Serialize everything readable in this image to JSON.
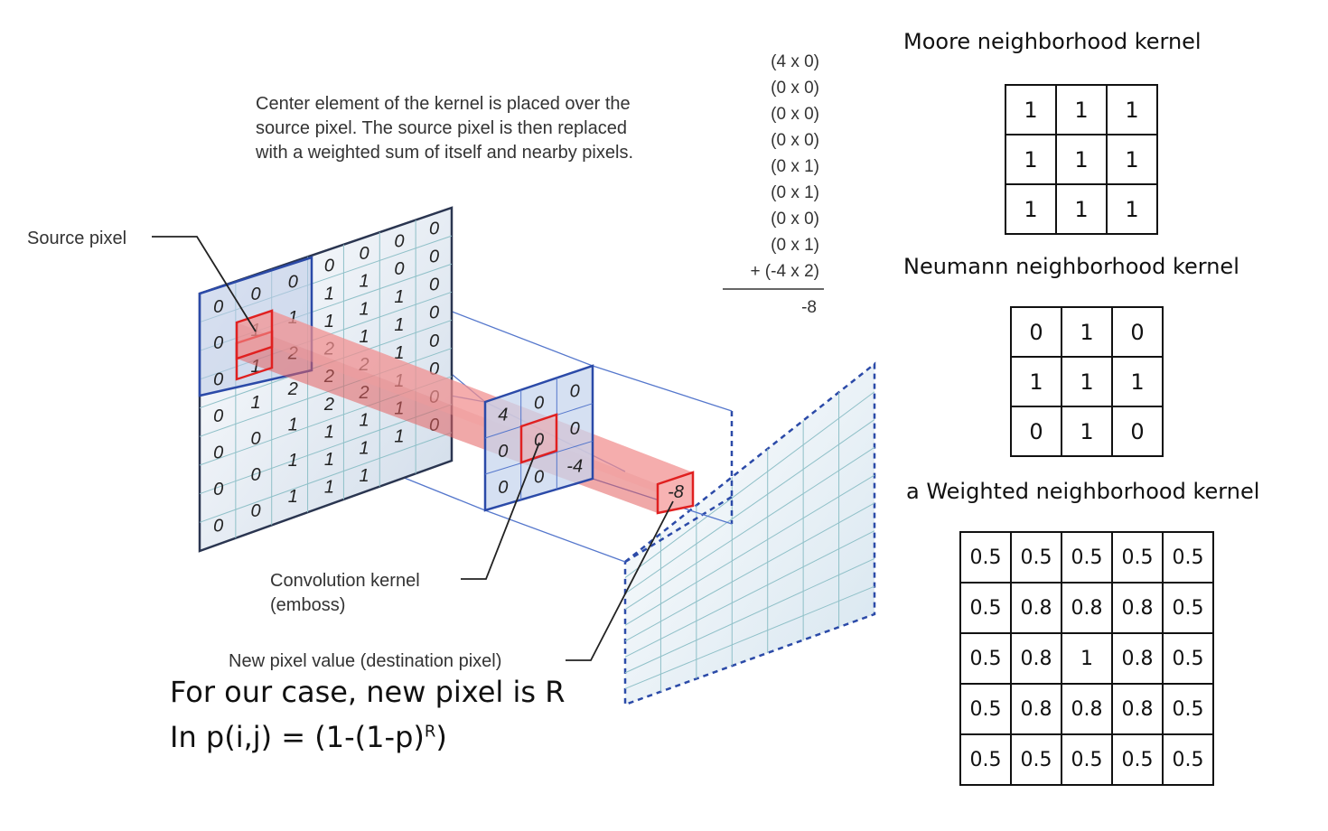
{
  "caption": {
    "line1": "Center element of the kernel is placed over the",
    "line2": "source pixel. The source pixel is then replaced",
    "line3": "with a weighted sum of itself and nearby pixels."
  },
  "calculation": {
    "terms": [
      "(4 x 0)",
      "(0 x 0)",
      "(0 x 0)",
      "(0 x 0)",
      "(0 x 1)",
      "(0 x 1)",
      "(0 x 0)",
      "(0 x 1)",
      "+ (-4 x 2)"
    ],
    "result": "-8"
  },
  "labels": {
    "source_pixel": "Source pixel",
    "convolution_kernel": "Convolution kernel",
    "emboss": "(emboss)",
    "new_pixel": "New pixel value (destination pixel)"
  },
  "source_grid": {
    "front": [
      [
        "0",
        "0",
        "0"
      ],
      [
        "0",
        "1",
        "1"
      ],
      [
        "0",
        "1",
        "2"
      ],
      [
        "0",
        "1",
        "2"
      ],
      [
        "0",
        "0",
        "1"
      ],
      [
        "0",
        "0",
        "1"
      ],
      [
        "0",
        "0",
        "1"
      ]
    ],
    "back": [
      [
        "0",
        "0",
        "0",
        "0"
      ],
      [
        "1",
        "1",
        "0",
        "0"
      ],
      [
        "1",
        "1",
        "1",
        "0"
      ],
      [
        "2",
        "1",
        "1",
        "0"
      ],
      [
        "2",
        "2",
        "1",
        "0"
      ],
      [
        "2",
        "2",
        "1",
        "0"
      ],
      [
        "1",
        "1",
        "1",
        "0"
      ],
      [
        "1",
        "1",
        "1",
        "0"
      ],
      [
        "1",
        "1",
        "",
        ""
      ]
    ]
  },
  "emboss_kernel": [
    [
      "4",
      "0",
      "0"
    ],
    [
      "0",
      "0",
      "0"
    ],
    [
      "0",
      "0",
      "-4"
    ]
  ],
  "destination_value": "-8",
  "kernels": {
    "moore": {
      "title": "Moore neighborhood kernel",
      "rows": [
        [
          "1",
          "1",
          "1"
        ],
        [
          "1",
          "1",
          "1"
        ],
        [
          "1",
          "1",
          "1"
        ]
      ]
    },
    "neumann": {
      "title": "Neumann neighborhood kernel",
      "rows": [
        [
          "0",
          "1",
          "0"
        ],
        [
          "1",
          "1",
          "1"
        ],
        [
          "0",
          "1",
          "0"
        ]
      ]
    },
    "weighted": {
      "title": "a Weighted neighborhood kernel",
      "rows": [
        [
          "0.5",
          "0.5",
          "0.5",
          "0.5",
          "0.5"
        ],
        [
          "0.5",
          "0.8",
          "0.8",
          "0.8",
          "0.5"
        ],
        [
          "0.5",
          "0.8",
          "1",
          "0.8",
          "0.5"
        ],
        [
          "0.5",
          "0.8",
          "0.8",
          "0.8",
          "0.5"
        ],
        [
          "0.5",
          "0.5",
          "0.5",
          "0.5",
          "0.5"
        ]
      ]
    }
  },
  "bottom": {
    "line1": "For our case, new pixel is R",
    "line2_prefix": "In p(i,j) = (1-(1-p)",
    "line2_sup": "R",
    "line2_suffix": ")"
  },
  "colors": {
    "grid_blue": "#2b4aa8",
    "grid_dark": "#2a3550",
    "grid_fill": "#dfe8f4",
    "highlight_red": "#e02020",
    "beam_fill": "#f08080"
  }
}
